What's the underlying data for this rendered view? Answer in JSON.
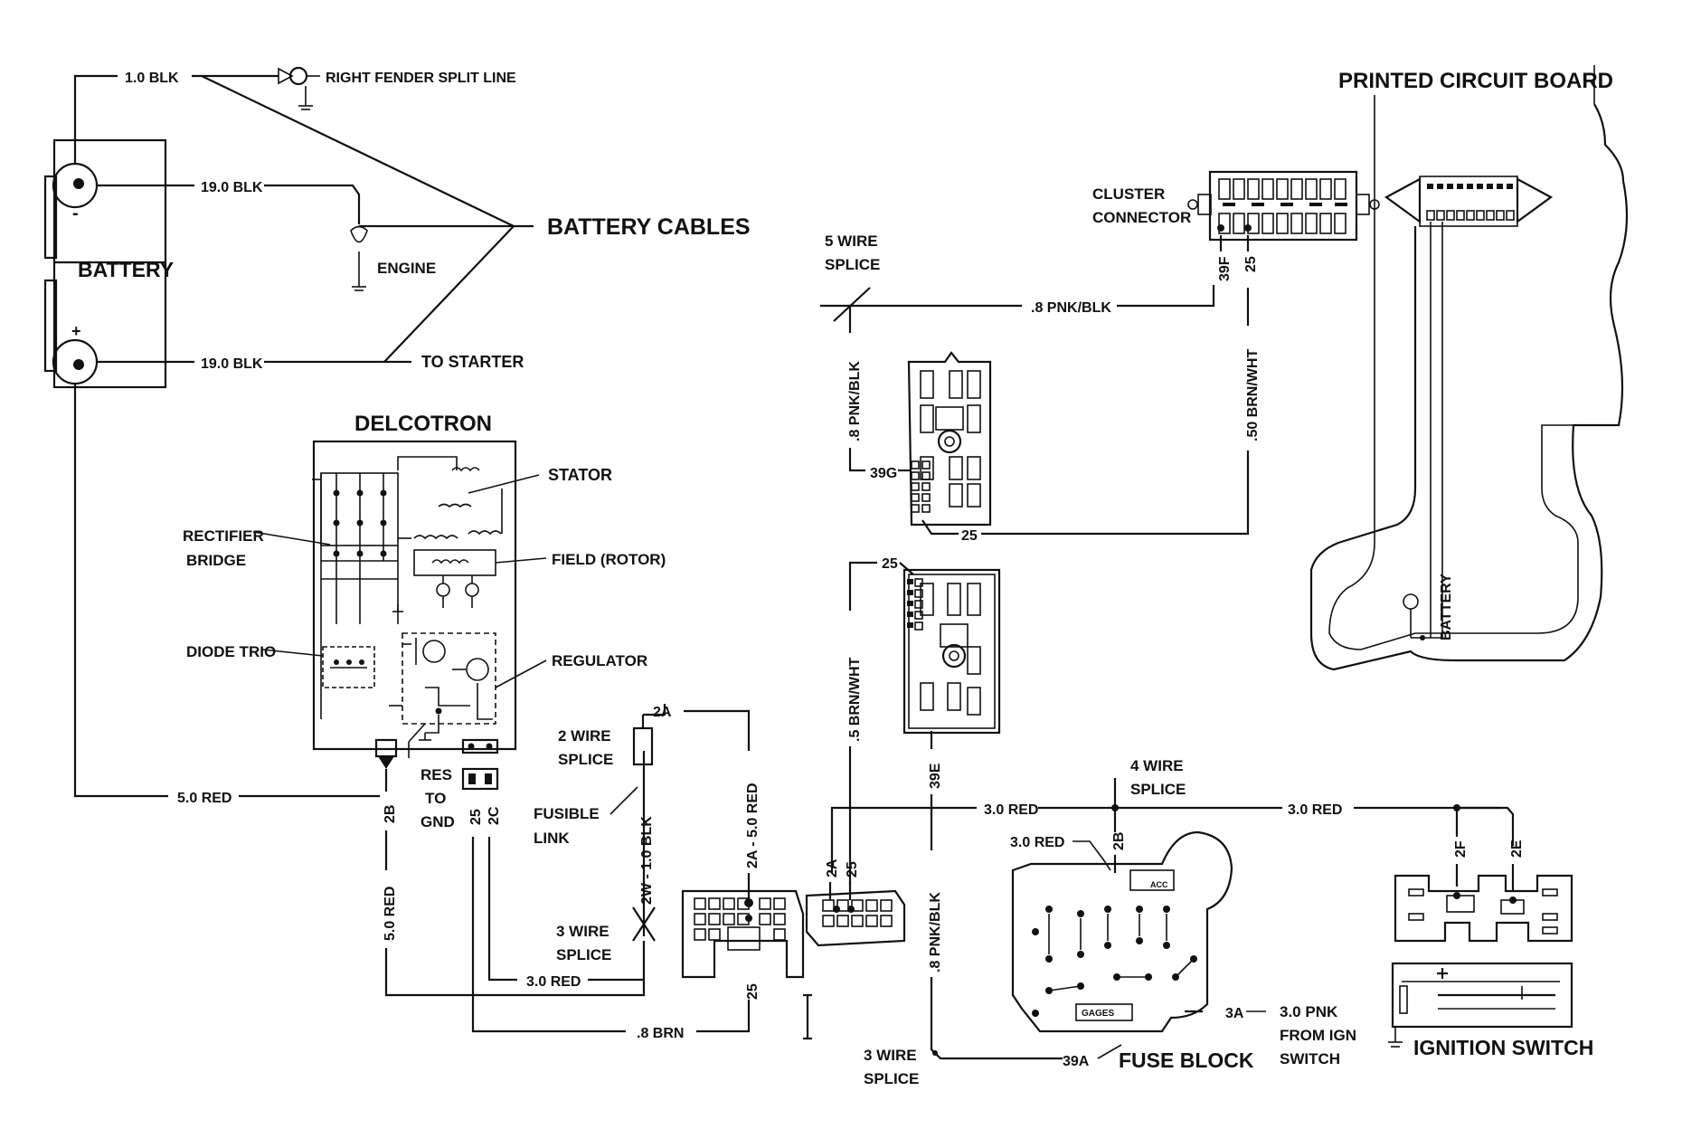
{
  "labels": {
    "blk_1_0": "1.0 BLK",
    "right_fender": "RIGHT FENDER SPLIT LINE",
    "blk_19_top": "19.0 BLK",
    "blk_19_bottom": "19.0 BLK",
    "battery": "BATTERY",
    "battery_minus": "-",
    "battery_plus": "+",
    "battery_cables": "BATTERY CABLES",
    "engine": "ENGINE",
    "to_starter": "TO STARTER",
    "delcotron": "DELCOTRON",
    "stator": "STATOR",
    "rectifier_1": "RECTIFIER",
    "rectifier_2": "BRIDGE",
    "field_rotor": "FIELD (ROTOR)",
    "diode_trio": "DIODE TRIO",
    "regulator": "REGULATOR",
    "red_5_0_left": "5.0 RED",
    "res_1": "RES",
    "res_2": "TO",
    "res_3": "GND",
    "w_2b": "2B",
    "w_25_c": "25",
    "w_2c": "2C",
    "red_5_0_vert": "5.0 RED",
    "red_3_0_bottom": "3.0 RED",
    "brn_8": ".8 BRN",
    "w_2a_top": "2A",
    "two_wire_1": "2 WIRE",
    "two_wire_2": "SPLICE",
    "fusible_1": "FUSIBLE",
    "fusible_2": "LINK",
    "two_w_blk": "2W - 1.0 BLK",
    "red_5_0_right": "2A - 5.0 RED",
    "three_wire_1": "3 WIRE",
    "three_wire_2": "SPLICE",
    "w_25_bottom": "25",
    "w_2a_conn": "2A",
    "w_25_conn": "25",
    "five_wire_1": "5 WIRE",
    "five_wire_2": "SPLICE",
    "pnk_blk_8": ".8 PNK/BLK",
    "pnk_blk_8_vert": ".8 PNK/BLK",
    "w_39g": "39G",
    "w_25_mid": "25",
    "w_25_top2": "25",
    "brn_wht_5": ".5 BRN/WHT",
    "brn_wht_50": ".50 BRN/WHT",
    "cluster_1": "CLUSTER",
    "cluster_2": "CONNECTOR",
    "w_39f": "39F",
    "w_25_cluster": "25",
    "w_39e": "39E",
    "pnk_blk_8_low": ".8 PNK/BLK",
    "three_wire_b1": "3 WIRE",
    "three_wire_b2": "SPLICE",
    "red_3_0_mid": "3.0 RED",
    "four_wire_1": "4 WIRE",
    "four_wire_2": "SPLICE",
    "red_3_0_right": "3.0 RED",
    "red_3_0_fuse": "3.0 RED",
    "w_2b_fuse": "2B",
    "fuse_acc": "ACC",
    "fuse_gages": "GAGES",
    "w_3a": "3A",
    "pnk_3_0_1": "3.0 PNK",
    "pnk_3_0_2": "FROM IGN",
    "pnk_3_0_3": "SWITCH",
    "w_39a": "39A",
    "fuse_block": "FUSE BLOCK",
    "w_2f": "2F",
    "w_2e": "2E",
    "ignition_switch": "IGNITION SWITCH",
    "printed_circuit_board": "PRINTED CIRCUIT BOARD",
    "pcb_battery": "BATTERY"
  }
}
